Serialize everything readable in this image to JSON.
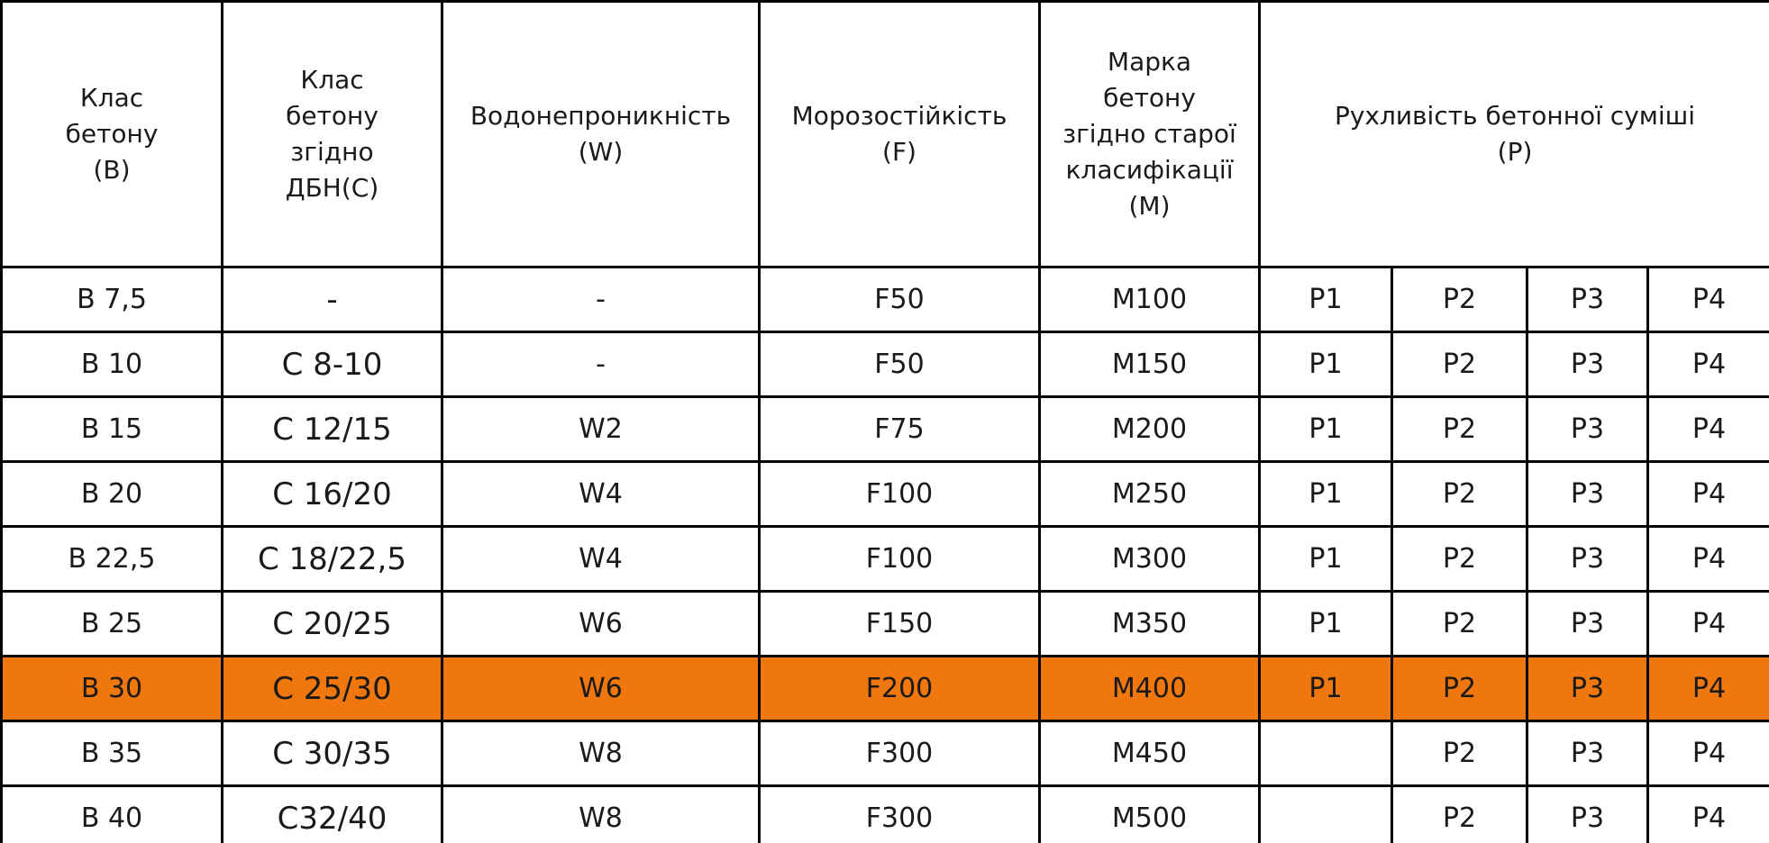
{
  "headers": {
    "class_b": [
      "Клас",
      "бетону",
      "(B)"
    ],
    "class_c": [
      "Клас",
      "бетону",
      "згідно",
      "ДБН(С)"
    ],
    "water": [
      "Водонепроникність",
      "(W)"
    ],
    "frost": [
      "Морозостійкість",
      "(F)"
    ],
    "mark": [
      "Марка",
      "бетону",
      "згідно старої",
      "класифікації",
      "(М)"
    ],
    "mobility": [
      "Рухливість бетонної суміші",
      "(Р)"
    ]
  },
  "rows": [
    {
      "b": "В 7,5",
      "c": "-",
      "w": "-",
      "f": "F50",
      "m": "М100",
      "p1": "Р1",
      "p2": "Р2",
      "p3": "Р3",
      "p4": "Р4"
    },
    {
      "b": "В 10",
      "c": "С 8-10",
      "w": "-",
      "f": "F50",
      "m": "М150",
      "p1": "Р1",
      "p2": "Р2",
      "p3": "Р3",
      "p4": "Р4"
    },
    {
      "b": "В 15",
      "c": "С 12/15",
      "w": "W2",
      "f": "F75",
      "m": "М200",
      "p1": "Р1",
      "p2": "Р2",
      "p3": "Р3",
      "p4": "Р4"
    },
    {
      "b": "В 20",
      "c": "С 16/20",
      "w": "W4",
      "f": "F100",
      "m": "М250",
      "p1": "Р1",
      "p2": "Р2",
      "p3": "Р3",
      "p4": "Р4"
    },
    {
      "b": "В 22,5",
      "c": "С 18/22,5",
      "w": "W4",
      "f": "F100",
      "m": "М300",
      "p1": "Р1",
      "p2": "Р2",
      "p3": "Р3",
      "p4": "Р4"
    },
    {
      "b": "В 25",
      "c": "С 20/25",
      "w": "W6",
      "f": "F150",
      "m": "М350",
      "p1": "Р1",
      "p2": "Р2",
      "p3": "Р3",
      "p4": "Р4"
    },
    {
      "b": "В 30",
      "c": "С 25/30",
      "w": "W6",
      "f": "F200",
      "m": "М400",
      "p1": "Р1",
      "p2": "Р2",
      "p3": "Р3",
      "p4": "Р4"
    },
    {
      "b": "В 35",
      "c": "С 30/35",
      "w": "W8",
      "f": "F300",
      "m": "М450",
      "p1": "",
      "p2": "Р2",
      "p3": "Р3",
      "p4": "Р4"
    },
    {
      "b": "В 40",
      "c": "С32/40",
      "w": "W8",
      "f": "F300",
      "m": "М500",
      "p1": "",
      "p2": "Р2",
      "p3": "Р3",
      "p4": "Р4"
    }
  ],
  "highlight_color": "#ef770d"
}
